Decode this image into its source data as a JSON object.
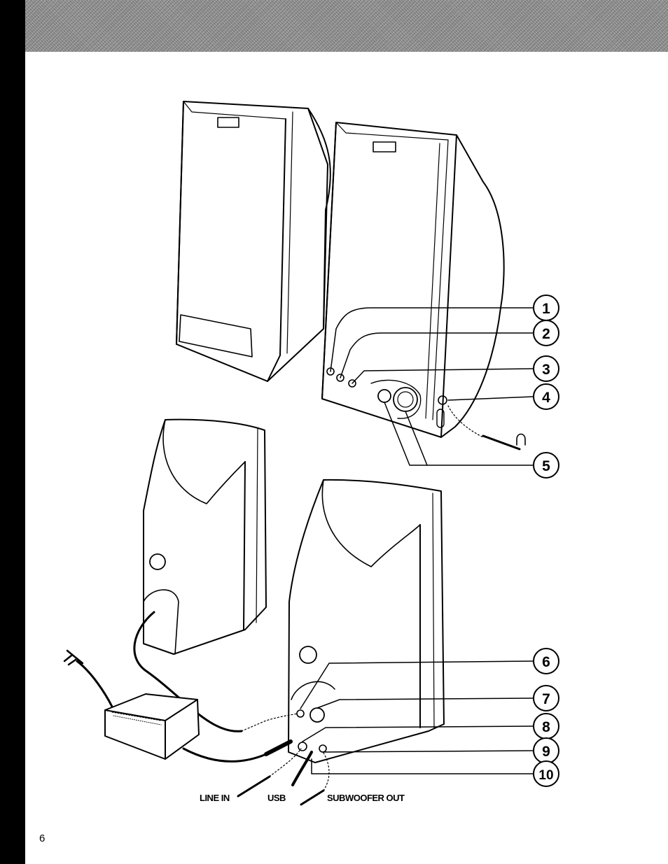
{
  "page": {
    "number": "6"
  },
  "callouts": [
    "1",
    "2",
    "3",
    "4",
    "5",
    "6",
    "7",
    "8",
    "9",
    "10"
  ],
  "connector_labels": {
    "line_in": "LINE IN",
    "usb": "USB",
    "subwoofer_out": "SUBWOOFER OUT"
  },
  "colors": {
    "ink": "#000000",
    "band": "#9a9a9a",
    "paper": "#ffffff"
  }
}
